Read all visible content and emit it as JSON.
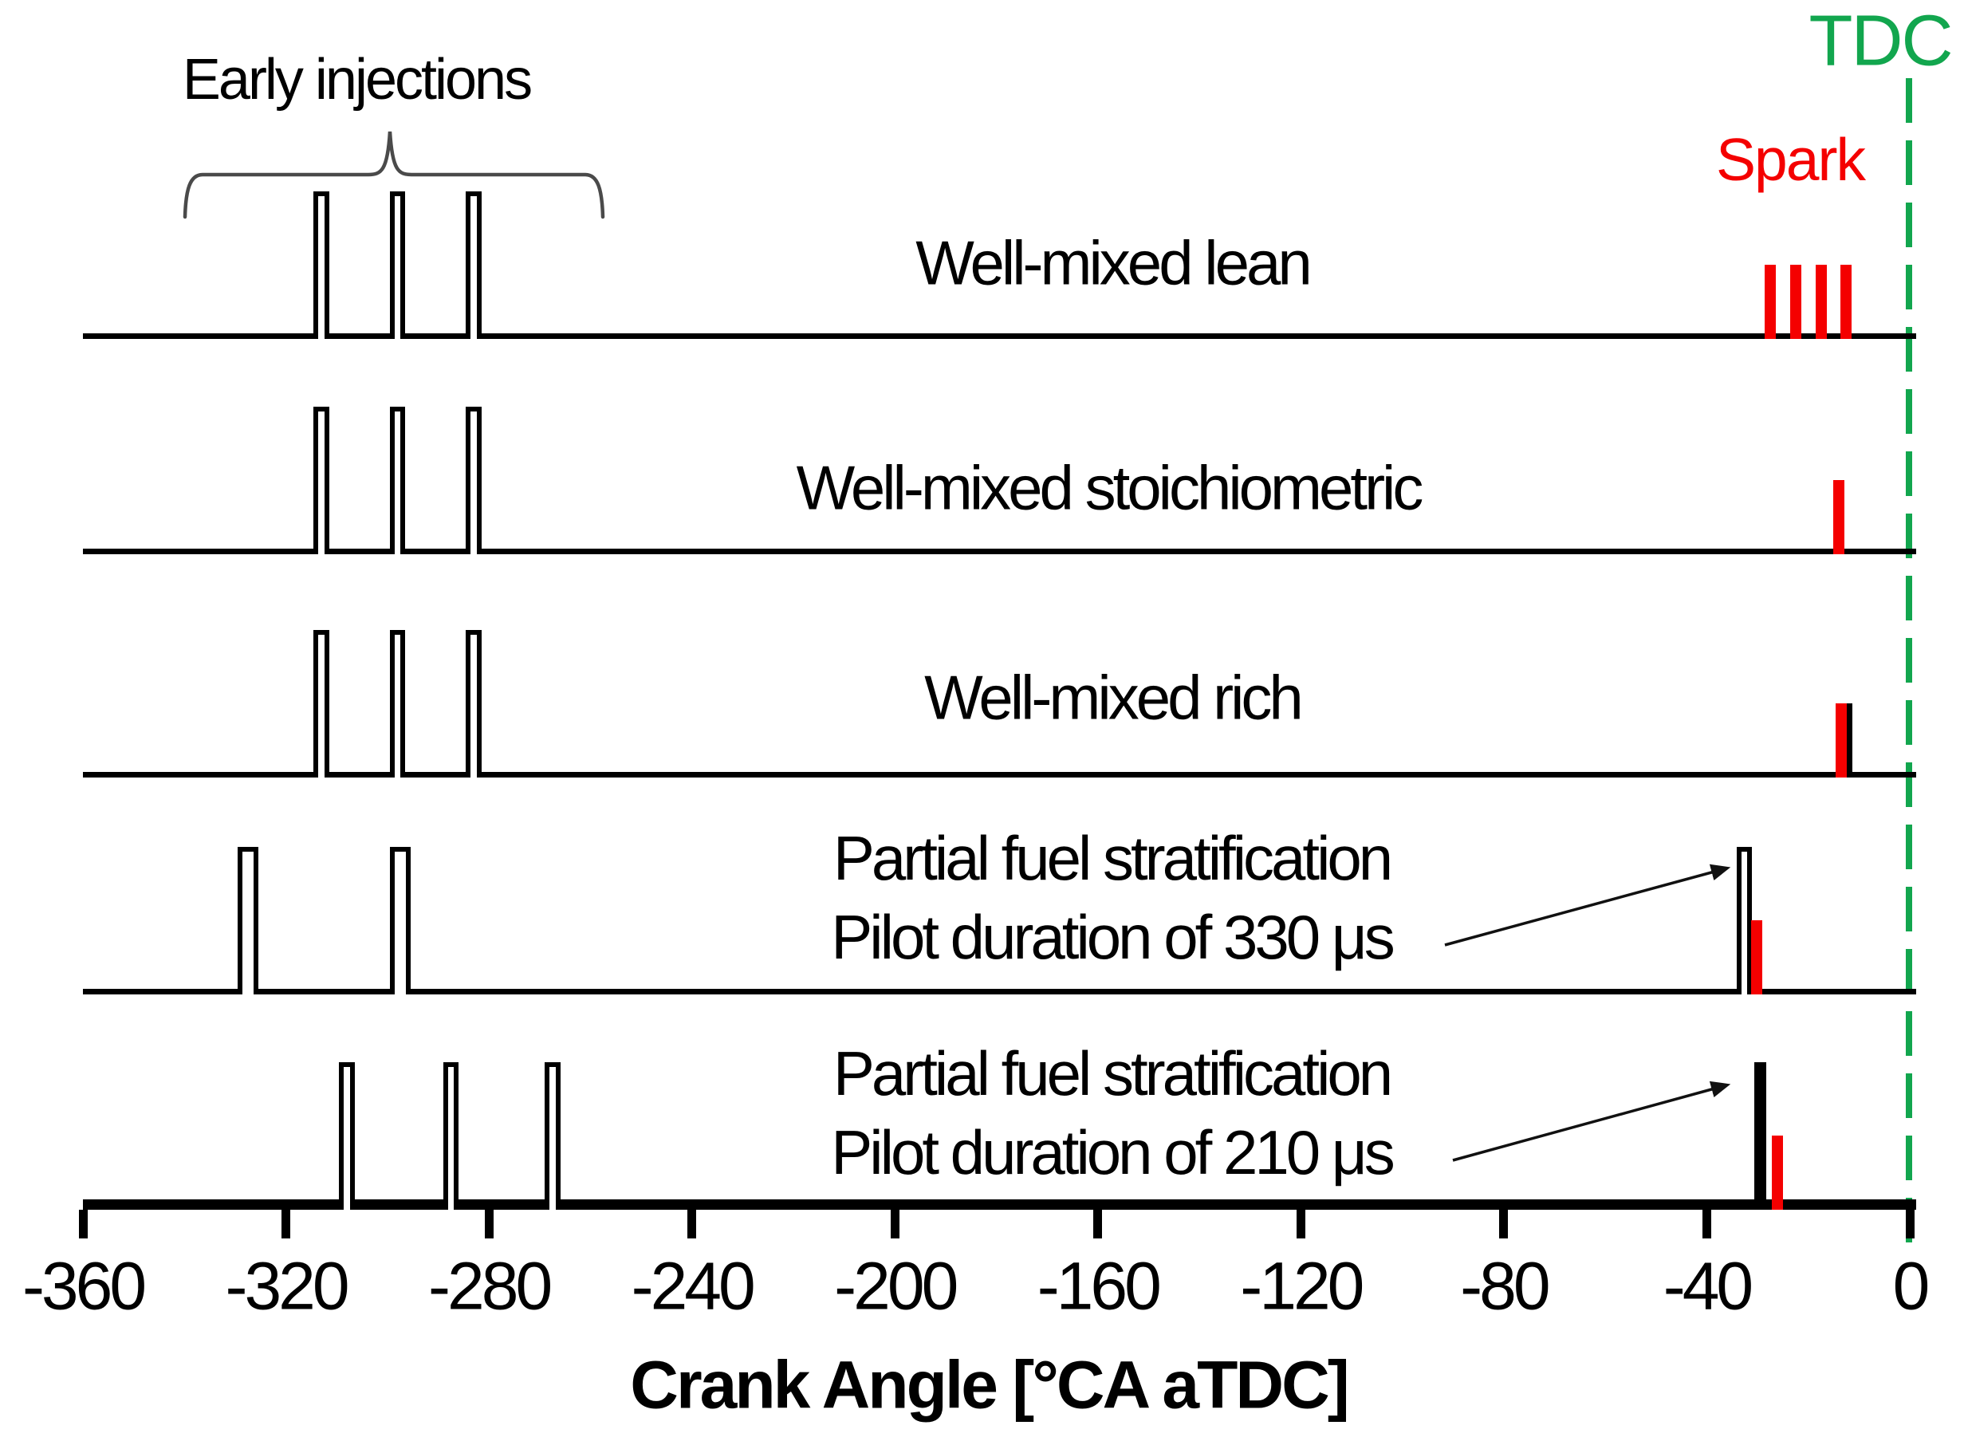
{
  "figure": {
    "early_injections_label": "Early injections",
    "tdc_label": "TDC",
    "spark_label": "Spark"
  },
  "chart_data": {
    "type": "timeline",
    "xlabel": "Crank Angle [°CA aTDC]",
    "xlim": [
      -360,
      0
    ],
    "x_ticks": [
      -360,
      -320,
      -280,
      -240,
      -200,
      -160,
      -120,
      -80,
      -40,
      0
    ],
    "grid": false,
    "tdc_line": {
      "x": 0,
      "label": "TDC",
      "style": "dashed"
    },
    "annotations": {
      "early_injections": {
        "label": "Early injections",
        "brace_deg_span": [
          -340,
          -258
        ]
      },
      "spark_legend": {
        "label": "Spark"
      }
    },
    "colors": {
      "spark_red": "#f40000",
      "tdc_green": "#12a64e",
      "line_black": "#000000",
      "brace_gray": "#4a4a4a"
    },
    "rows": [
      {
        "label_lines": [
          "Well-mixed lean"
        ],
        "injections_deg": [
          {
            "center": -313,
            "width": 3.1,
            "style": "hollow"
          },
          {
            "center": -298,
            "width": 3.1,
            "style": "hollow"
          },
          {
            "center": -283,
            "width": 3.1,
            "style": "hollow"
          }
        ],
        "pilot": null,
        "sparks_deg": [
          -27.5,
          -22.5,
          -17.5,
          -12.5
        ],
        "spark_black_edge": false,
        "arrow_to_pilot": false
      },
      {
        "label_lines": [
          "Well-mixed stoichiometric"
        ],
        "injections_deg": [
          {
            "center": -313,
            "width": 3.1,
            "style": "hollow"
          },
          {
            "center": -298,
            "width": 3.1,
            "style": "hollow"
          },
          {
            "center": -283,
            "width": 3.1,
            "style": "hollow"
          }
        ],
        "pilot": null,
        "sparks_deg": [
          -14
        ],
        "spark_black_edge": false,
        "arrow_to_pilot": false
      },
      {
        "label_lines": [
          "Well-mixed rich"
        ],
        "injections_deg": [
          {
            "center": -313,
            "width": 3.1,
            "style": "hollow"
          },
          {
            "center": -298,
            "width": 3.1,
            "style": "hollow"
          },
          {
            "center": -283,
            "width": 3.1,
            "style": "hollow"
          }
        ],
        "pilot": null,
        "sparks_deg": [
          -13.5
        ],
        "spark_black_edge": true,
        "arrow_to_pilot": false
      },
      {
        "label_lines": [
          "Partial fuel stratification",
          "Pilot duration of 330 μs"
        ],
        "injections_deg": [
          {
            "center": -327.5,
            "width": 4.1,
            "style": "hollow"
          },
          {
            "center": -297.5,
            "width": 4.1,
            "style": "hollow"
          }
        ],
        "pilot": {
          "center": -32.6,
          "width": 3.1,
          "style": "hollow"
        },
        "sparks_deg": [
          -30.2
        ],
        "spark_black_edge": false,
        "arrow_to_pilot": true
      },
      {
        "label_lines": [
          "Partial fuel stratification",
          "Pilot duration of 210 μs"
        ],
        "injections_deg": [
          {
            "center": -308,
            "width": 3.1,
            "style": "hollow"
          },
          {
            "center": -287.5,
            "width": 3.1,
            "style": "hollow"
          },
          {
            "center": -267.5,
            "width": 3.1,
            "style": "hollow"
          }
        ],
        "pilot": {
          "center": -29.5,
          "width": 2.4,
          "style": "solid"
        },
        "sparks_deg": [
          -26.1
        ],
        "spark_black_edge": false,
        "arrow_to_pilot": true
      }
    ]
  }
}
